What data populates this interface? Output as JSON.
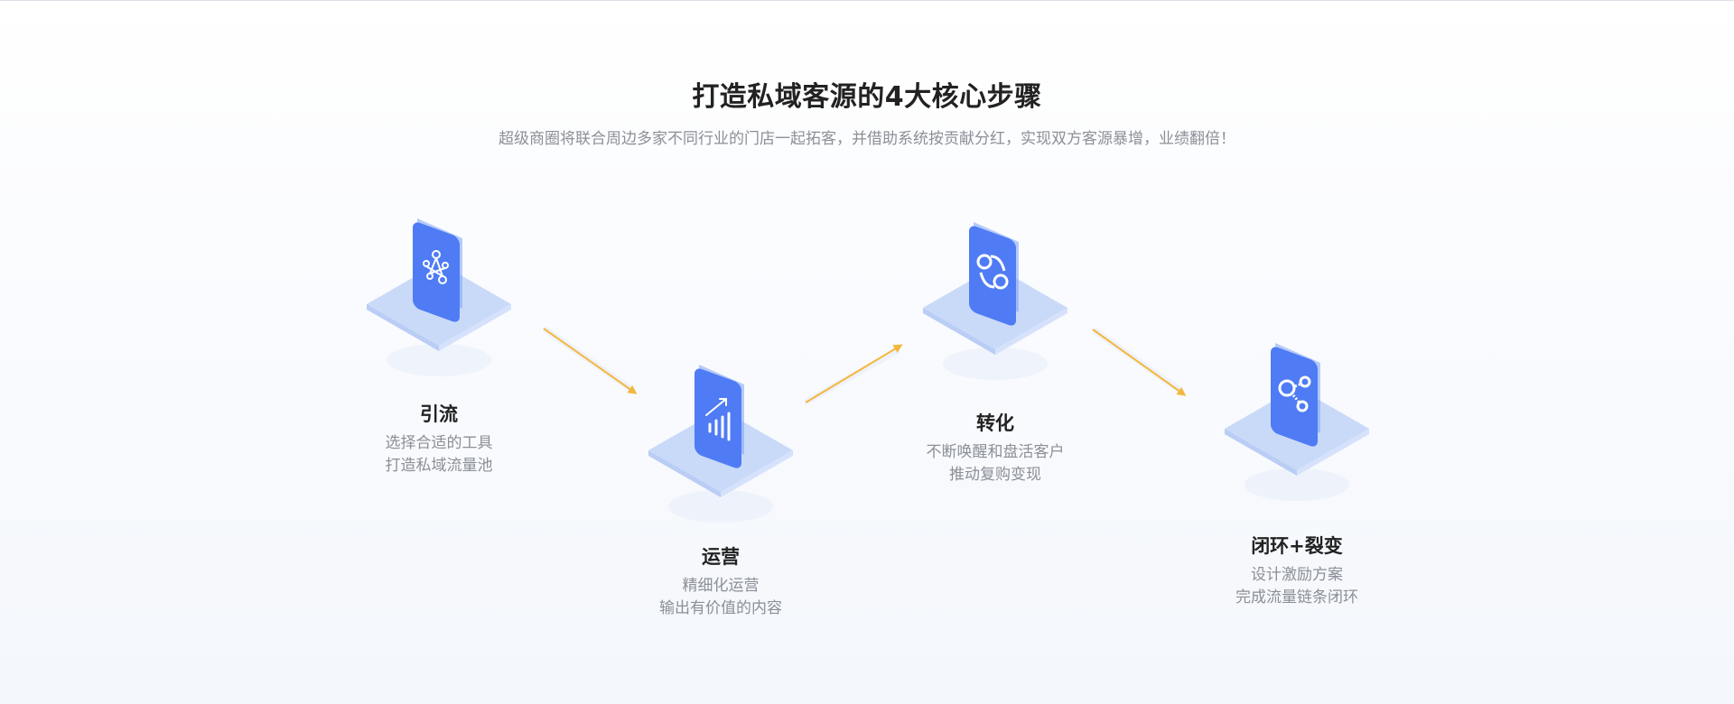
{
  "header": {
    "title": "打造私域客源的4大核心步骤",
    "subtitle": "超级商圈将联合周边多家不同行业的门店一起拓客，并借助系统按贡献分红，实现双方客源暴增，业绩翻倍！"
  },
  "colors": {
    "accent": "#4f7cf4",
    "platform": "#bfd3fa",
    "arrow": "#f4b73e",
    "title": "#222222",
    "muted": "#8b8f97"
  },
  "steps": [
    {
      "label": "引流",
      "line1": "选择合适的工具",
      "line2": "打造私域流量池",
      "icon": "network-nodes-icon"
    },
    {
      "label": "运营",
      "line1": "精细化运营",
      "line2": "输出有价值的内容",
      "icon": "bar-chart-up-icon"
    },
    {
      "label": "转化",
      "line1": "不断唤醒和盘活客户",
      "line2": "推动复购变现",
      "icon": "cycle-circles-icon"
    },
    {
      "label": "闭环+裂变",
      "line1": "设计激励方案",
      "line2": "完成流量链条闭环",
      "icon": "fission-circles-icon"
    }
  ]
}
